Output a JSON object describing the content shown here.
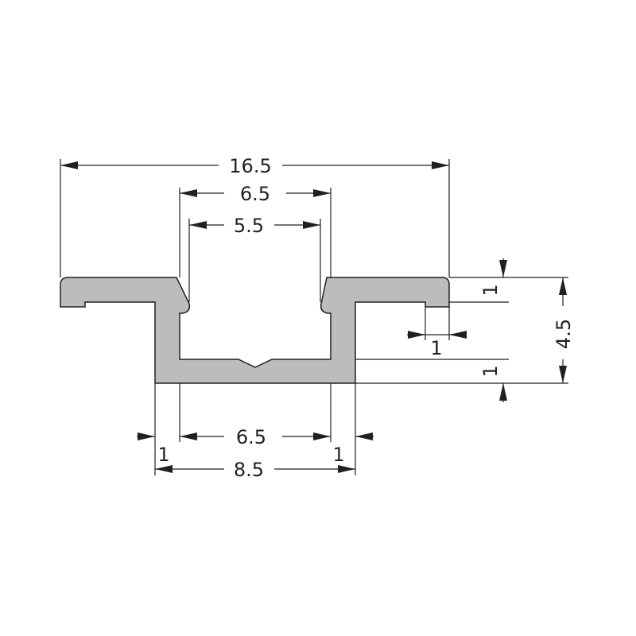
{
  "dimensions": {
    "overall_width": "16.5",
    "outer_opening": "6.5",
    "inner_opening": "5.5",
    "base_inner_width": "6.5",
    "base_outer_width": "8.5",
    "left_wall": "1",
    "right_wall": "1",
    "flange_thickness": "1",
    "flange_step": "1",
    "base_thickness": "1",
    "total_height": "4.5"
  },
  "colors": {
    "profile_fill": "#bbbcbe",
    "line": "#231f20"
  }
}
